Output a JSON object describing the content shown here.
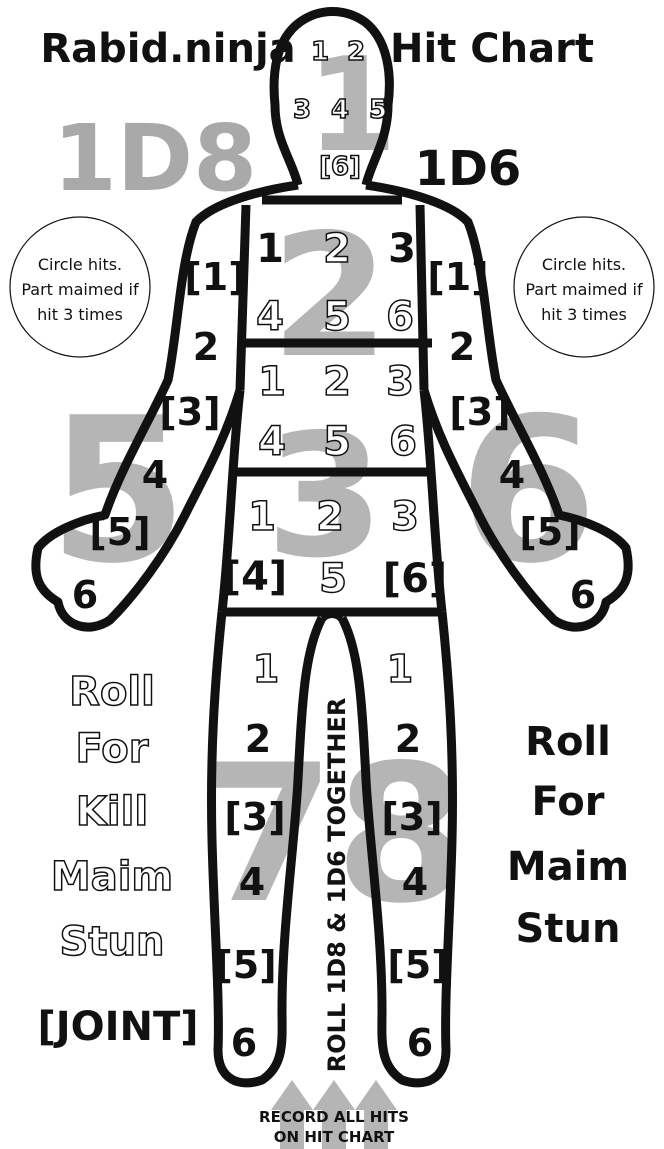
{
  "title_left": "Rabid.ninja",
  "title_right": "Hit Chart",
  "d8_label": "1D8",
  "d6_label": "1D6",
  "bg_numbers": {
    "head": "1",
    "chest": "2",
    "belly": "3",
    "arm_left": "5",
    "arm_right": "6",
    "legs": "78"
  },
  "head_rolls": [
    "1",
    "2",
    "3",
    "4",
    "5",
    "[6]"
  ],
  "chest_rolls": [
    "1",
    "2",
    "3",
    "4",
    "5",
    "6"
  ],
  "belly_rolls": [
    "1",
    "2",
    "3",
    "4",
    "5",
    "6"
  ],
  "groin_rolls": [
    "1",
    "2",
    "3",
    "[4]",
    "5",
    "[6]"
  ],
  "arm_rolls": [
    "[1]",
    "2",
    "[3]",
    "4",
    "[5]",
    "6"
  ],
  "leg_rolls": [
    "1",
    "2",
    "[3]",
    "4",
    "[5]",
    "6"
  ],
  "circle_note": {
    "line1": "Circle hits.",
    "line2": "Part maimed if",
    "line3": "hit 3 times"
  },
  "left_roll": {
    "roll": "Roll",
    "for": "For",
    "kill": "Kill",
    "maim": "Maim",
    "stun": "Stun",
    "joint": "[JOINT]"
  },
  "right_roll": {
    "roll": "Roll",
    "for": "For",
    "maim": "Maim",
    "stun": "Stun"
  },
  "vertical_text": "ROLL 1D8 & 1D6 TOGETHER",
  "footer_line1": "RECORD ALL HITS",
  "footer_line2": "ON HIT CHART",
  "colors": {
    "ink": "#111111",
    "grey": "#a9a9a9",
    "paper": "#ffffff"
  }
}
